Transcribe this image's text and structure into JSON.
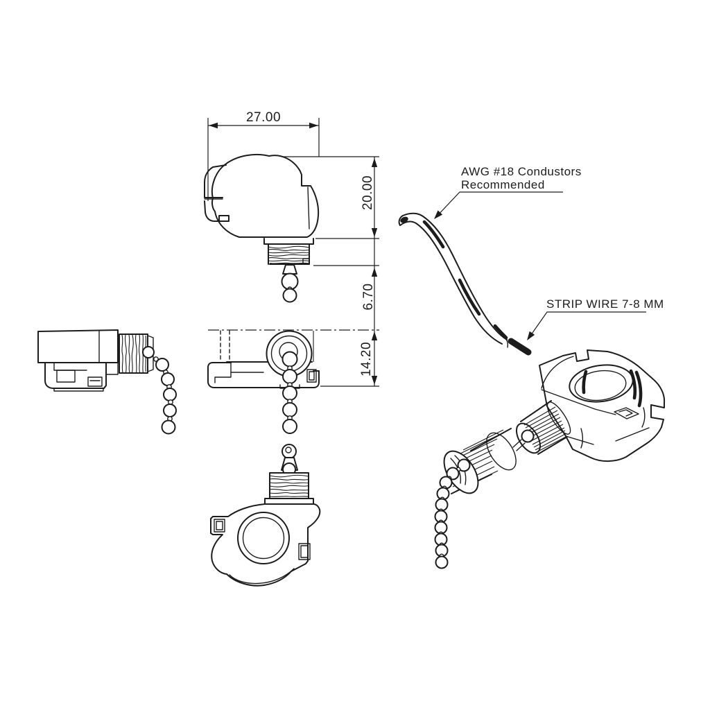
{
  "diagram": {
    "colors": {
      "background": "#ffffff",
      "line": "#1c1c1c"
    },
    "labels": {
      "conductor_note_line1": "AWG #18 Condustors",
      "conductor_note_line2": "Recommended",
      "strip_wire_note": "STRIP WIRE 7-8 MM"
    },
    "dimensions": {
      "top_width": "27.00",
      "body_height": "20.00",
      "thread_length": "6.70",
      "switch_depth": "14.20"
    }
  }
}
